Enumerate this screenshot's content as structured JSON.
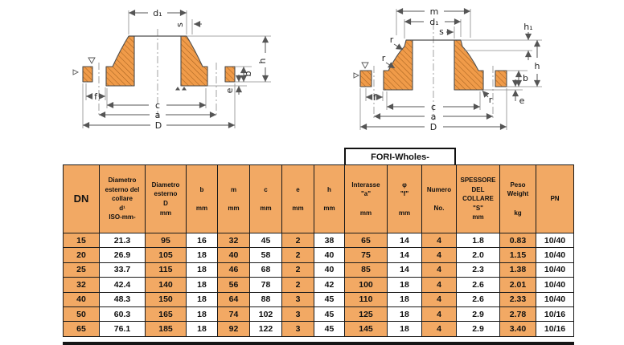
{
  "colors": {
    "table_orange": "#F2A964",
    "hatch_fill": "#F09B49",
    "hatch_line": "#A5611F",
    "line_dark": "#1a1a1a"
  },
  "diagram_left": {
    "description": "welding-neck-flange-cross-section",
    "labels": {
      "d1": "d₁",
      "s": "s",
      "h": "h",
      "b": "b",
      "e": "e",
      "f": "f",
      "c": "c",
      "a": "a",
      "D": "D"
    }
  },
  "diagram_right": {
    "description": "collar-stub-end-cross-section",
    "labels": {
      "m": "m",
      "d1": "d₁",
      "s": "s",
      "h1": "h₁",
      "h": "h",
      "b": "b",
      "e": "e",
      "f": "f",
      "c": "c",
      "a": "a",
      "D": "D",
      "r": "r"
    }
  },
  "fori_box": {
    "label": "FORI-Wholes-"
  },
  "table": {
    "headers": [
      "DN",
      "Diametro\nesterno del\ncollare\nd¹\nISO-mm-",
      "Diametro\nesterno\nD\nmm",
      "b\n\nmm",
      "m\n\nmm",
      "c\n\nmm",
      "e\n\nmm",
      "h\n\nmm",
      "Interasse\n\"a\"\n\nmm",
      "φ\n\"f\"\n\nmm",
      "Numero\n\nNo.",
      "SPESSORE\nDEL\nCOLLARE\n\"S\"\nmm",
      "Peso\nWeight\n\nkg",
      "PN"
    ],
    "orange_columns": [
      0,
      2,
      4,
      6,
      8,
      10,
      12
    ],
    "rows": [
      [
        "15",
        "21.3",
        "95",
        "16",
        "32",
        "45",
        "2",
        "38",
        "65",
        "14",
        "4",
        "1.8",
        "0.83",
        "10/40"
      ],
      [
        "20",
        "26.9",
        "105",
        "18",
        "40",
        "58",
        "2",
        "40",
        "75",
        "14",
        "4",
        "2.0",
        "1.15",
        "10/40"
      ],
      [
        "25",
        "33.7",
        "115",
        "18",
        "46",
        "68",
        "2",
        "40",
        "85",
        "14",
        "4",
        "2.3",
        "1.38",
        "10/40"
      ],
      [
        "32",
        "42.4",
        "140",
        "18",
        "56",
        "78",
        "2",
        "42",
        "100",
        "18",
        "4",
        "2.6",
        "2.01",
        "10/40"
      ],
      [
        "40",
        "48.3",
        "150",
        "18",
        "64",
        "88",
        "3",
        "45",
        "110",
        "18",
        "4",
        "2.6",
        "2.33",
        "10/40"
      ],
      [
        "50",
        "60.3",
        "165",
        "18",
        "74",
        "102",
        "3",
        "45",
        "125",
        "18",
        "4",
        "2.9",
        "2.78",
        "10/16"
      ],
      [
        "65",
        "76.1",
        "185",
        "18",
        "92",
        "122",
        "3",
        "45",
        "145",
        "18",
        "4",
        "2.9",
        "3.40",
        "10/16"
      ]
    ]
  }
}
